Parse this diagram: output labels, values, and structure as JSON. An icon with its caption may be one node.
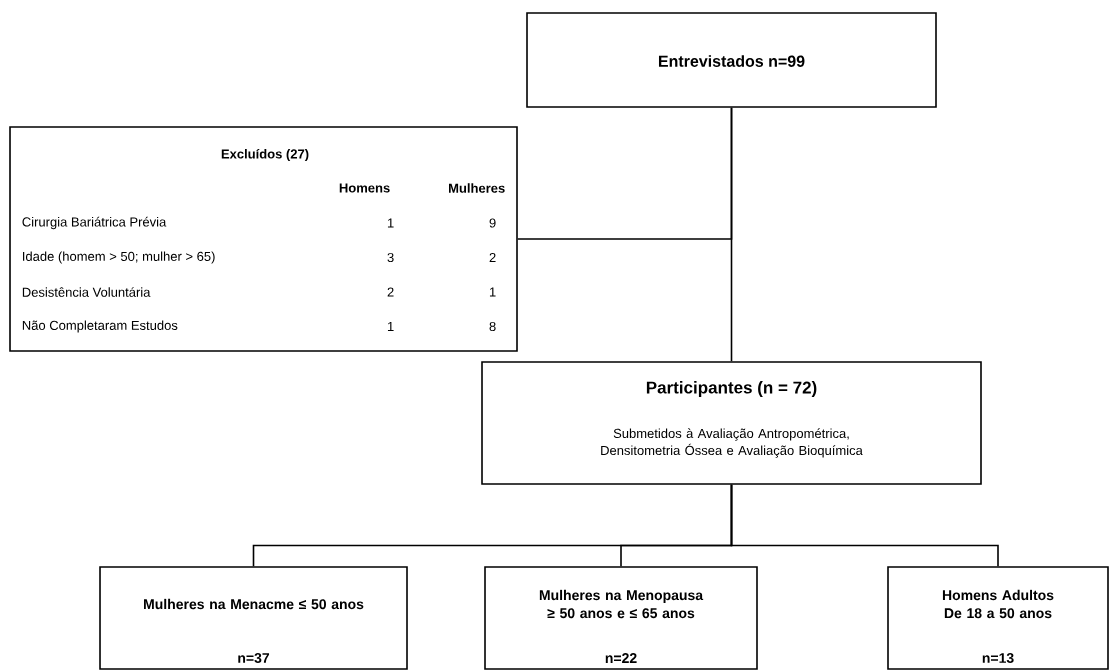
{
  "diagram": {
    "nodes": [
      {
        "text": [
          "Entrevistados n=99"
        ]
      },
      {
        "text": [
          "Excluídos (27)",
          "Homens",
          "Mulheres",
          "Cirurgia Bariátrica Prévia",
          "1",
          "9",
          "Idade (homem > 50; mulher > 65)",
          "3",
          "2",
          "Desistência Voluntária",
          "2",
          "1",
          "Não Completaram Estudos",
          "1",
          "8"
        ]
      },
      {
        "text": [
          "Participantes (n = 72)",
          "Submetidos à Avaliação Antropométrica, Densitometria Óssea e Avaliação Bioquímica"
        ]
      },
      {
        "text": [
          "Mulheres na Menacme ≤ 50 anos",
          "n=37"
        ]
      },
      {
        "text": [
          "Mulheres na Menopausa ≥ 50 anos e ≤ 65 anos",
          "n=22"
        ]
      },
      {
        "text": [
          "Homens Adultos De 18 a 50 anos",
          "n=13"
        ]
      }
    ],
    "edges": [
      {
        "from": 0,
        "to": 2,
        "arrow": "none"
      },
      {
        "from": 0,
        "to": 1,
        "arrow": "none"
      },
      {
        "from": 2,
        "to": 3,
        "arrow": "none"
      },
      {
        "from": 2,
        "to": 4,
        "arrow": "none"
      },
      {
        "from": 2,
        "to": 5,
        "arrow": "none"
      }
    ]
  }
}
